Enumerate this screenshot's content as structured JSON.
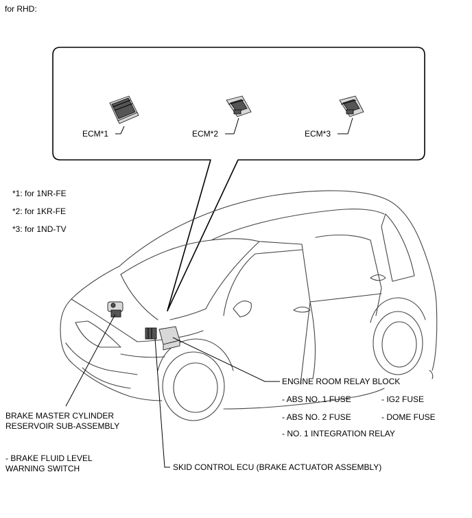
{
  "heading": "for RHD:",
  "callout": {
    "ecm1": "ECM*1",
    "ecm2": "ECM*2",
    "ecm3": "ECM*3"
  },
  "notes": [
    "*1: for 1NR-FE",
    "*2: for 1KR-FE",
    "*3: for 1ND-TV"
  ],
  "relay_block": {
    "title": "ENGINE ROOM RELAY BLOCK",
    "items_left": [
      "- ABS NO. 1 FUSE",
      "- ABS NO. 2 FUSE",
      "- NO. 1 INTEGRATION RELAY"
    ],
    "items_right": [
      "- IG2 FUSE",
      "- DOME FUSE"
    ]
  },
  "brake_master": {
    "line1": "BRAKE MASTER CYLINDER",
    "line2": "RESERVOIR SUB-ASSEMBLY",
    "sub1": "- BRAKE FLUID LEVEL",
    "sub2": "WARNING SWITCH"
  },
  "skid_control": "SKID CONTROL ECU (BRAKE ACTUATOR ASSEMBLY)"
}
